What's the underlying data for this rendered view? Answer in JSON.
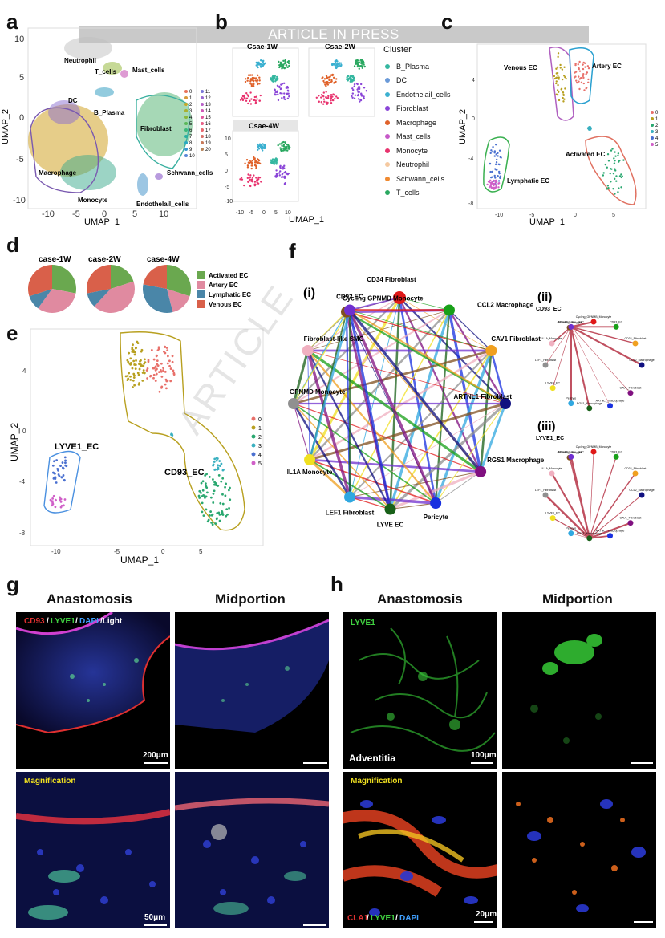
{
  "banner": "ARTICLE IN PRESS",
  "watermark": "ARTICLE",
  "panel_labels": {
    "a": "a",
    "b": "b",
    "c": "c",
    "d": "d",
    "e": "e",
    "f": "f",
    "g": "g",
    "h": "h"
  },
  "panel_a": {
    "xlabel": "UMAP_1",
    "ylabel": "UMAP_2",
    "xticks": [
      "-10",
      "-5",
      "0",
      "5",
      "10"
    ],
    "yticks": [
      "10",
      "5",
      "0",
      "-5",
      "-10"
    ],
    "clusters": [
      "Neutrophil",
      "T_cells",
      "Mast_cells",
      "DC",
      "B_Plasma",
      "Fibroblast",
      "Macrophage",
      "Monocyte",
      "Schwann_cells",
      "Endothelail_cells"
    ],
    "legend": [
      "0",
      "1",
      "2",
      "3",
      "4",
      "5",
      "6",
      "7",
      "8",
      "9",
      "10",
      "11",
      "12",
      "13",
      "14",
      "15",
      "16",
      "17",
      "18",
      "19",
      "20"
    ]
  },
  "panel_b": {
    "titles": [
      "Csae-1W",
      "Csae-2W",
      "Csae-4W"
    ],
    "xlabel": "UMAP_1",
    "xticks": [
      "-10",
      "-5",
      "0",
      "5",
      "10"
    ],
    "yticks": [
      "10",
      "5",
      "0",
      "-5",
      "-10"
    ],
    "legend_title": "Cluster",
    "legend": [
      "B_Plasma",
      "DC",
      "Endothelail_cells",
      "Fibroblast",
      "Macrophage",
      "Mast_cells",
      "Monocyte",
      "Neutrophil",
      "Schwann_cells",
      "T_cells"
    ],
    "legend_colors": [
      "#35b7a0",
      "#6a9ad8",
      "#3bb0d0",
      "#8a45d8",
      "#e0622a",
      "#c659c8",
      "#e8336e",
      "#f5c9a0",
      "#f08a30",
      "#2aa860"
    ]
  },
  "panel_c": {
    "xlabel": "UMAP_1",
    "ylabel": "UMAP_2",
    "xticks": [
      "-10",
      "-5",
      "0",
      "5"
    ],
    "yticks": [
      "4",
      "0",
      "-4",
      "-8"
    ],
    "clusters": [
      "Venous EC",
      "Artery EC",
      "Activated EC",
      "Lymphatic EC"
    ],
    "legend": [
      "0",
      "1",
      "2",
      "3",
      "4",
      "5"
    ]
  },
  "panel_d": {
    "titles": [
      "case-1W",
      "case-2W",
      "case-4W"
    ],
    "legend": [
      "Activated EC",
      "Artery EC",
      "Lymphatic EC",
      "Venous EC"
    ],
    "colors": [
      "#6aa84f",
      "#e08aa0",
      "#4a86a8",
      "#d9604a"
    ]
  },
  "panel_e": {
    "xlabel": "UMAP_1",
    "ylabel": "UMAP_2",
    "xticks": [
      "-10",
      "-5",
      "0",
      "5"
    ],
    "yticks": [
      "4",
      "0",
      "-4",
      "-8"
    ],
    "clusters": [
      "LYVE1_EC",
      "CD93_EC"
    ],
    "legend": [
      "0",
      "1",
      "2",
      "3",
      "4",
      "5"
    ]
  },
  "panel_f": {
    "sub_i": "(i)",
    "sub_ii": "(ii)",
    "sub_iii": "(iii)",
    "sub_ii_title": "CD93_EC",
    "sub_iii_title": "LYVE1_EC",
    "nodes": [
      "CD34 Fibroblast",
      "CCL2 Macrophage",
      "CAV1 Fibroblast",
      "ARTNL1 Fibroblast",
      "RGS1 Macrophage",
      "Pericyte",
      "LYVE EC",
      "LEF1 Fibroblast",
      "IL1A Monocyte",
      "GPNMD Monocyte",
      "Fibroblast-like SMC",
      "Cycling GPNMD Monocyte",
      "CD93 EC"
    ],
    "mini_nodes": [
      "CD93_EC",
      "CD34_Fibroblast",
      "CCL2_Macrophage",
      "CAV1_Fibroblast",
      "ARTNL1_Macrophage",
      "RGS1_Macrophage",
      "Pericyte",
      "LYVE1_EC",
      "LEF1_Fibroblast",
      "IL1A_Monocyte",
      "GPNMB_Monocyte",
      "Fibroblast-like_SMC",
      "Cycling_GPNMB_Monocyte"
    ]
  },
  "panel_g": {
    "col1": "Anastomosis",
    "col2": "Midportion",
    "stain_labels": [
      "CD93",
      "/",
      "LYVE1",
      "/",
      "DAPI",
      "/Light"
    ],
    "magnification": "Magnification",
    "scale_top": "200μm",
    "scale_bottom": "50μm"
  },
  "panel_h": {
    "col1": "Anastomosis",
    "col2": "Midportion",
    "stain_top": "LYVE1",
    "region": "Adventitia",
    "magnification": "Magnification",
    "stain_bottom": [
      "CLA1",
      "/",
      "LYVE1",
      "/",
      "DAPI"
    ],
    "scale_top": "100μm",
    "scale_bottom": "20μm"
  }
}
